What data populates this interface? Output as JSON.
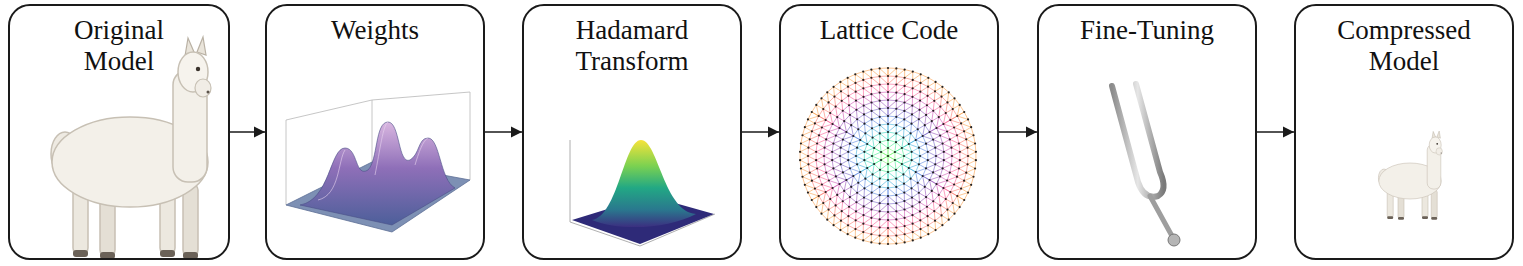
{
  "diagram": {
    "nodes": [
      {
        "text": [
          "Original Model"
        ]
      },
      {
        "text": [
          "Weights"
        ]
      },
      {
        "text": [
          "Hadamard Transform"
        ]
      },
      {
        "text": [
          "Lattice Code"
        ]
      },
      {
        "text": [
          "Fine-Tuning"
        ]
      },
      {
        "text": [
          "Compressed Model"
        ]
      }
    ],
    "edges": [
      {
        "from": 0,
        "to": 1,
        "arrow": "to"
      },
      {
        "from": 1,
        "to": 2,
        "arrow": "to"
      },
      {
        "from": 2,
        "to": 3,
        "arrow": "to"
      },
      {
        "from": 3,
        "to": 4,
        "arrow": "to"
      },
      {
        "from": 4,
        "to": 5,
        "arrow": "to"
      }
    ]
  }
}
